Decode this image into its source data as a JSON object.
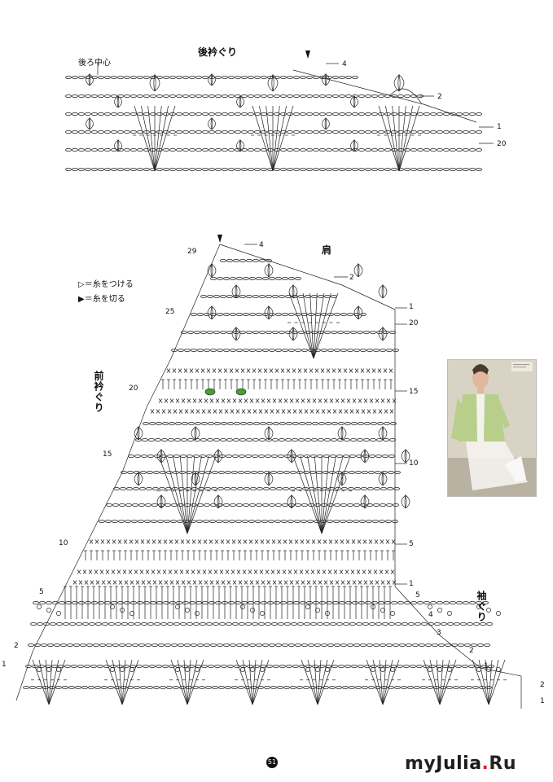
{
  "titles": {
    "back_neck": "後衿ぐり",
    "back_center": "後ろ中心",
    "shoulder": "肩",
    "front_neck": "前衿ぐり",
    "armhole": "袖ぐり"
  },
  "legend": {
    "attach": "＝糸をつける",
    "cut": "＝糸を切る"
  },
  "back_rows": [
    "4",
    "2",
    "1",
    "20"
  ],
  "front_right_rows": [
    "4",
    "2",
    "1",
    "20",
    "15",
    "10",
    "5",
    "1",
    "5",
    "4",
    "3",
    "2",
    "1",
    "2",
    "1"
  ],
  "front_left_rows": [
    "29",
    "25",
    "20",
    "15",
    "10",
    "5",
    "2",
    "1"
  ],
  "page_number": "51",
  "brand": {
    "part1": "my",
    "part2": "Julia",
    "part3": ".",
    "part4": "Ru"
  }
}
